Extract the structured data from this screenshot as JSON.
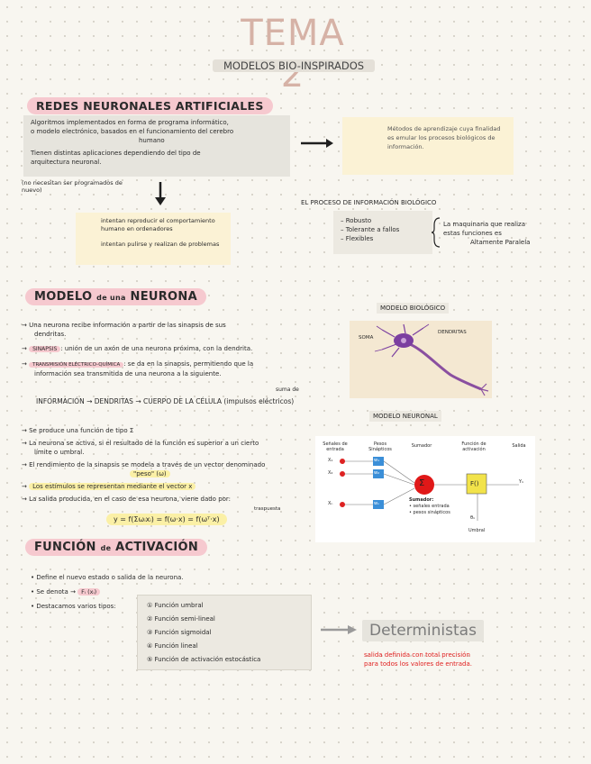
{
  "title": "TEMA 2",
  "subtitle": "MODELOS BIO-INSPIRADOS",
  "s1": {
    "heading": "REDES NEURONALES ARTIFICIALES",
    "box_line1": "Algoritmos implementados en forma de programa informático,",
    "box_line2": "o modelo electrónico, basados en el funcionamiento del cerebro",
    "box_line3": "humano",
    "box_line4": "Tienen distintas aplicaciones dependiendo del tipo de",
    "box_line5": "arquitectura neuronal.",
    "note": "(no necesitan ser programados de nuevo)",
    "right_card": "Métodos de aprendizaje cuya finalidad es emular los procesos biológicos de información.",
    "lower_card_1": "intentan reproducir el comportamiento humano en ordenadores",
    "lower_card_2": "intentan pulirse y realizan de problemas",
    "bio_heading": "EL PROCESO DE INFORMACIÓN BIOLÓGICO",
    "bio_items": [
      "Robusto",
      "Tolerante a fallos",
      "Flexibles"
    ],
    "bio_right_1": "La maquinaria que realiza",
    "bio_right_2": "estas funciones es",
    "bio_right_3": "Altamente Paralela"
  },
  "s2": {
    "heading_a": "MODELO",
    "heading_b": "de una",
    "heading_c": "NEURONA",
    "line1a": "Una neurona recibe información a partir de las sinapsis de sus",
    "line1b": "dendritas.",
    "sinapsis_tag": "SINAPSIS",
    "line2": ": unión de un axón de una neurona próxima, con la dendrita.",
    "trans_tag": "TRANSMISIÓN ELÉCTRICO-QUÍMICA",
    "line3a": ": se da en la sinapsis, permitiendo que la",
    "line3b": "información sea transmitida de una neurona a la siguiente.",
    "suma_note": "suma de",
    "flow": "INFORMACIÓN → DENDRITAS → CUERPO DE LA CÉLULA (impulsos eléctricos)",
    "line4": "Se produce una función de tipo Σ",
    "line5a": "La neurona se activa, si el resultado de la función es superior a un cierto",
    "line5b": "límite o umbral.",
    "line6": "El rendimiento de la sinapsis se modela a través de un vector denominado",
    "peso": "\"peso\" (ω)",
    "line7": "Los estímulos se representan mediante el vector x",
    "line8": "La salida producida, en el caso de esa neurona, viene dado por:",
    "transp_note": "traspuesta",
    "formula": "y = f(Σωᵢxᵢ) = f(ω·x) = f(ωᵀ·x)"
  },
  "bio_model": {
    "label": "MODELO BIOLÓGICO",
    "soma": "SOMA",
    "dendritas": "DENDRITAS"
  },
  "neural_model": {
    "label": "MODELO NEURONAL",
    "col1": "Señales de entrada",
    "col2": "Pesos Sinápticos",
    "col3": "Sumador",
    "col4": "Función de activación",
    "col5": "Salida",
    "x1": "X₁",
    "x2": "X₂",
    "xn": "Xₙ",
    "w1": "w₁",
    "w2": "w₂",
    "wn": "wₙ",
    "sigma": "Σ",
    "f": "F()",
    "y": "Y₁",
    "umbral": "Umbral",
    "theta": "θ₁",
    "note_title": "Sumador:",
    "note_1": "señales entrada",
    "note_2": "pesos sinápticos"
  },
  "s3": {
    "heading_a": "FUNCIÓN",
    "heading_b": "de",
    "heading_c": "ACTIVACIÓN",
    "b1": "Define el nuevo estado o salida de la neurona.",
    "b2": "Se denota →",
    "b2_tag": "Fᵢ (xᵢ)",
    "b3": "Destacamos varios tipos:",
    "types": [
      "Función umbral",
      "Función semi-lineal",
      "Función sigmoidal",
      "Función lineal",
      "Función de activación estocástica"
    ],
    "det_title": "Deterministas",
    "det_desc_1": "salida definida con total precisión",
    "det_desc_2": "para todos los valores de entrada."
  }
}
